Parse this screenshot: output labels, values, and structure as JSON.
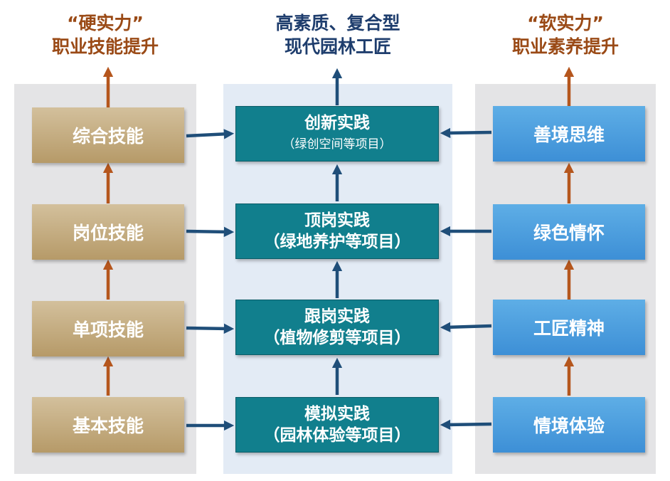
{
  "headings": {
    "left": {
      "line1": "“硬实力”",
      "line2": "职业技能提升"
    },
    "middle": {
      "line1": "高素质、复合型",
      "line2": "现代园林工匠"
    },
    "right": {
      "line1": "“软实力”",
      "line2": "职业素养提升"
    }
  },
  "left_column": [
    {
      "label": "综合技能"
    },
    {
      "label": "岗位技能"
    },
    {
      "label": "单项技能"
    },
    {
      "label": "基本技能"
    }
  ],
  "middle_column": [
    {
      "title": "创新实践",
      "subtitle": "（绿创空间等项目）"
    },
    {
      "title": "顶岗实践",
      "subtitle": "（绿地养护等项目）"
    },
    {
      "title": "跟岗实践",
      "subtitle": "（植物修剪等项目）"
    },
    {
      "title": "模拟实践",
      "subtitle": "（园林体验等项目）"
    }
  ],
  "right_column": [
    {
      "label": "善境思维"
    },
    {
      "label": "绿色情怀"
    },
    {
      "label": "工匠精神"
    },
    {
      "label": "情境体验"
    }
  ],
  "colors": {
    "left_arrow": "#b5561d",
    "right_arrow": "#b5561d",
    "middle_arrow": "#1f4e79",
    "horizontal_arrow": "#1f4e79"
  }
}
